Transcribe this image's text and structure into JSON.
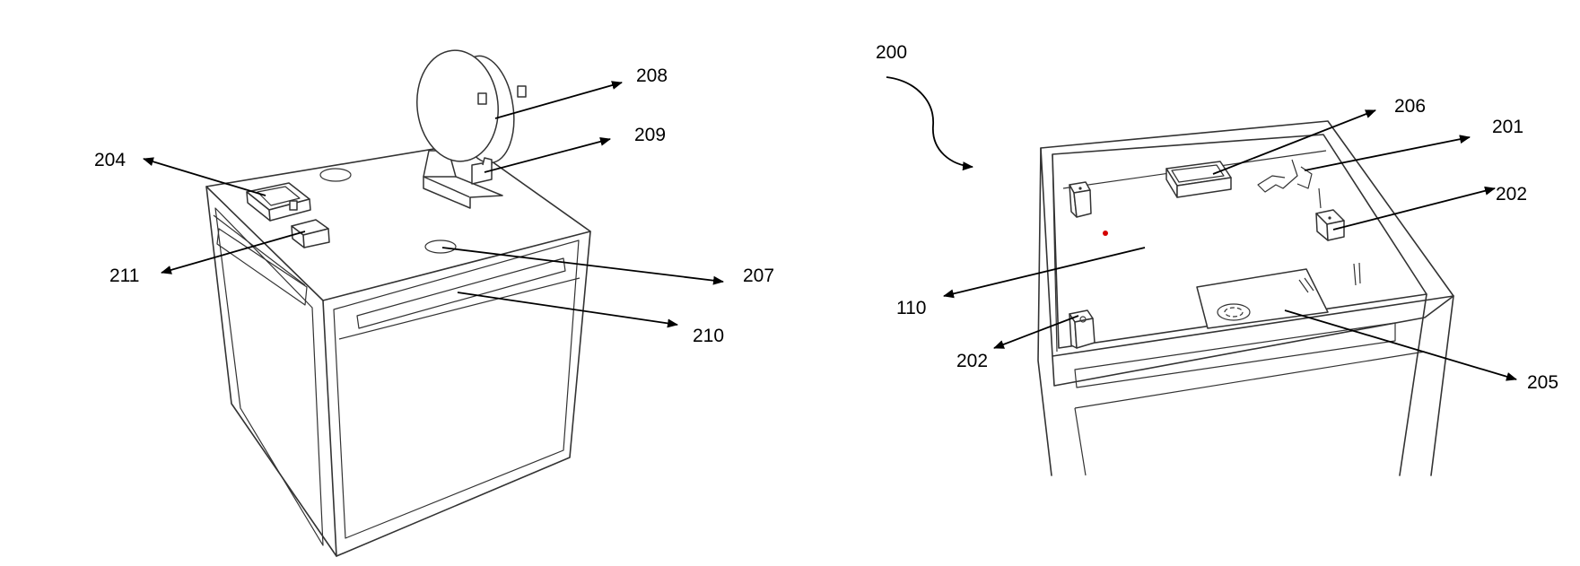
{
  "labels": {
    "l204": "204",
    "l208": "208",
    "l209": "209",
    "l211": "211",
    "l207": "207",
    "l210": "210",
    "l200": "200",
    "l206": "206",
    "l201": "201",
    "l202a": "202",
    "l110": "110",
    "l202b": "202",
    "l205": "205"
  },
  "colors": {
    "line": "#333333",
    "arrow": "#000000",
    "marker_dot": "#d40000"
  }
}
